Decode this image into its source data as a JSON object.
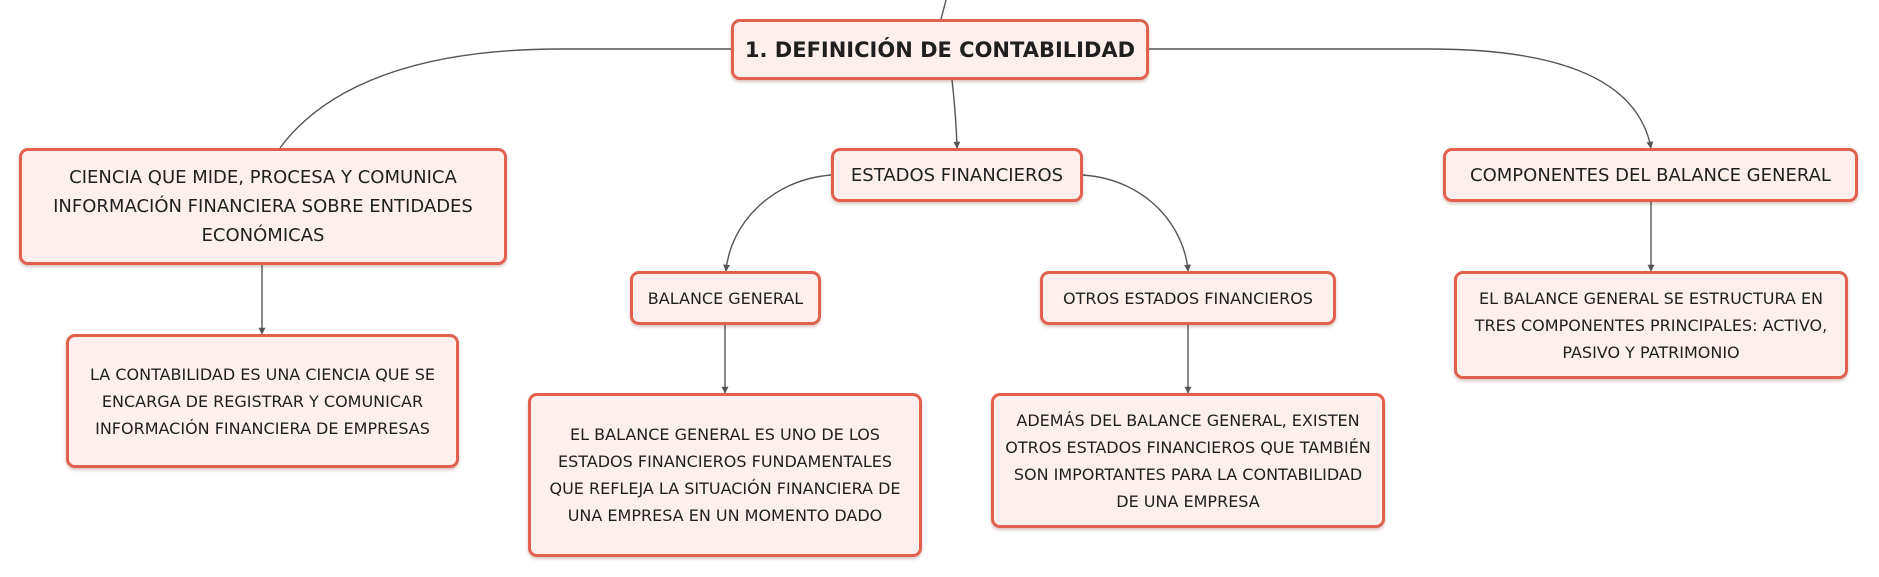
{
  "root": {
    "label": "1. DEFINICIÓN DE CONTABILIDAD"
  },
  "ciencia": {
    "label": "CIENCIA QUE MIDE, PROCESA Y COMUNICA INFORMACIÓN FINANCIERA SOBRE ENTIDADES ECONÓMICAS"
  },
  "estados": {
    "label": "ESTADOS FINANCIEROS"
  },
  "componentes": {
    "label": "COMPONENTES DEL BALANCE GENERAL"
  },
  "contabilidad_desc": {
    "label": "LA CONTABILIDAD ES UNA CIENCIA QUE SE ENCARGA DE REGISTRAR Y COMUNICAR INFORMACIÓN FINANCIERA DE EMPRESAS"
  },
  "balance": {
    "label": "BALANCE GENERAL"
  },
  "otros": {
    "label": "OTROS ESTADOS FINANCIEROS"
  },
  "balance_desc": {
    "label": "EL BALANCE GENERAL ES UNO DE LOS ESTADOS FINANCIEROS FUNDAMENTALES QUE REFLEJA LA SITUACIÓN FINANCIERA DE UNA EMPRESA EN UN MOMENTO DADO"
  },
  "otros_desc": {
    "label": "ADEMÁS DEL BALANCE GENERAL, EXISTEN OTROS ESTADOS FINANCIEROS QUE TAMBIÉN SON IMPORTANTES PARA LA CONTABILIDAD DE UNA EMPRESA"
  },
  "componentes_desc": {
    "label": "EL BALANCE GENERAL SE ESTRUCTURA EN TRES COMPONENTES PRINCIPALES: ACTIVO, PASIVO Y PATRIMONIO"
  },
  "colors": {
    "border": "#e2604e",
    "fill": "#fdf0ec",
    "connector": "#555555",
    "text": "#1f1f1f"
  }
}
